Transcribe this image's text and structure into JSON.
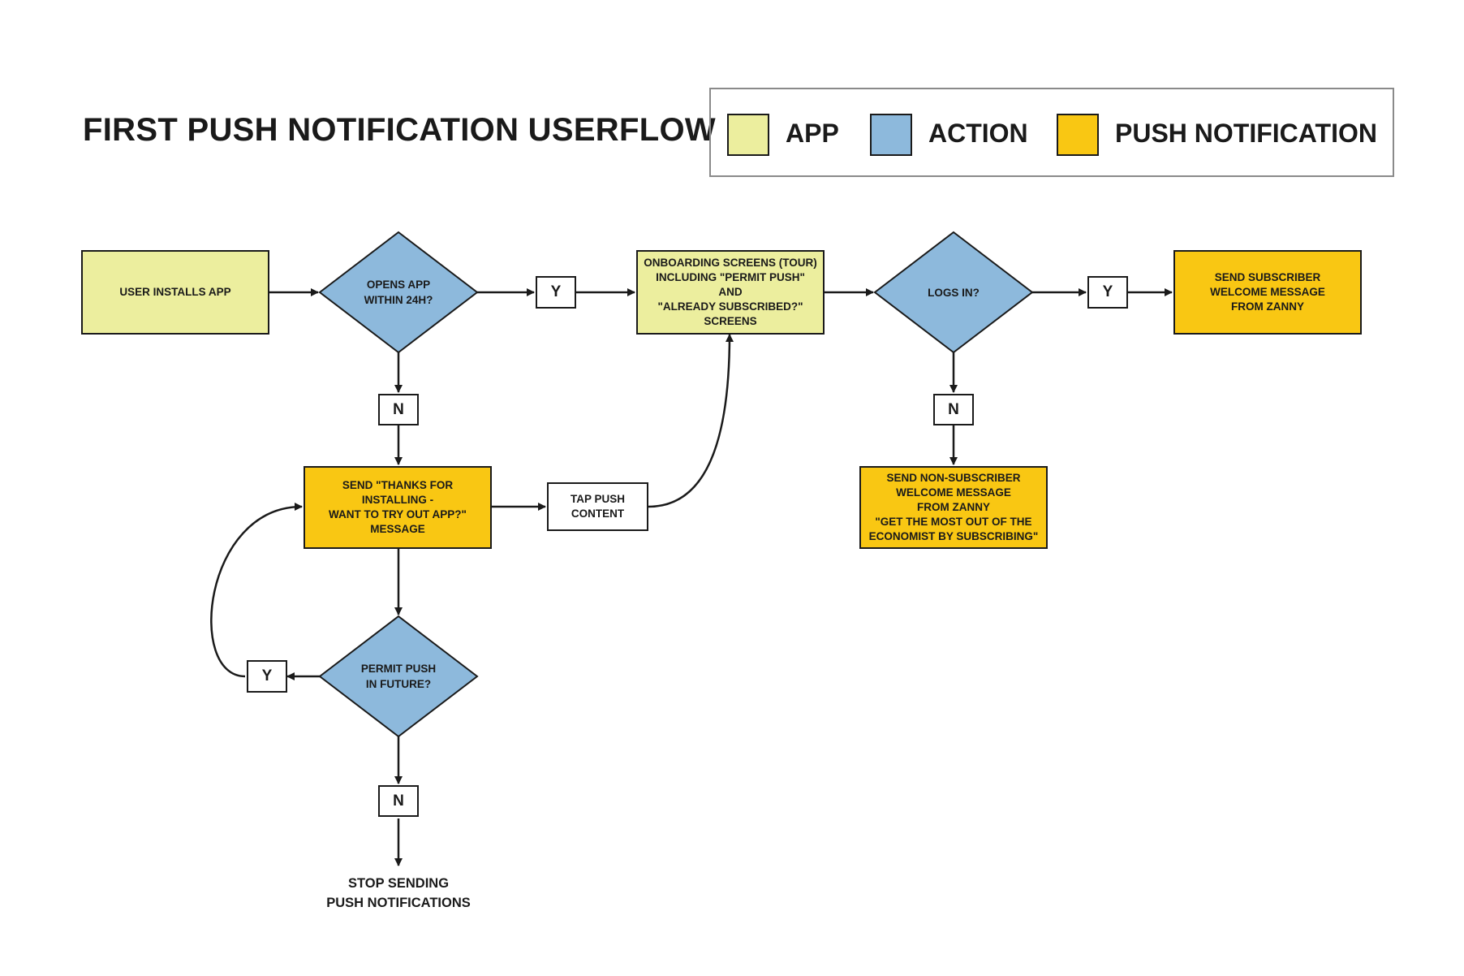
{
  "title": "FIRST PUSH NOTIFICATION USERFLOW",
  "legend": [
    {
      "label": "APP",
      "color": "#ecee9e"
    },
    {
      "label": "ACTION",
      "color": "#8db9dc"
    },
    {
      "label": "PUSH NOTIFICATION",
      "color": "#f9c713"
    }
  ],
  "nodes": {
    "user_installs": "USER INSTALLS  APP",
    "opens_app": "OPENS APP\nWITHIN 24H?",
    "onboarding": "ONBOARDING SCREENS (TOUR)\nINCLUDING \"PERMIT PUSH\" AND\n\"ALREADY SUBSCRIBED?\"\nSCREENS",
    "logs_in": "LOGS IN?",
    "send_subscriber": "SEND SUBSCRIBER\nWELCOME MESSAGE\nFROM ZANNY",
    "send_thanks": "SEND \"THANKS FOR INSTALLING -\nWANT TO TRY OUT APP?\" MESSAGE",
    "tap_push": "TAP PUSH\nCONTENT",
    "send_non_subscriber": "SEND NON-SUBSCRIBER\nWELCOME MESSAGE\nFROM ZANNY\n\"GET THE MOST OUT OF THE\nECONOMIST BY SUBSCRIBING\"",
    "permit_push": "PERMIT PUSH\nIN FUTURE?",
    "stop_sending": "STOP SENDING\nPUSH NOTIFICATIONS"
  },
  "labels": {
    "yes": "Y",
    "no": "N"
  },
  "colors": {
    "app": "#ecee9e",
    "action": "#8db9dc",
    "push": "#f9c713",
    "stroke": "#1a1a1a"
  }
}
